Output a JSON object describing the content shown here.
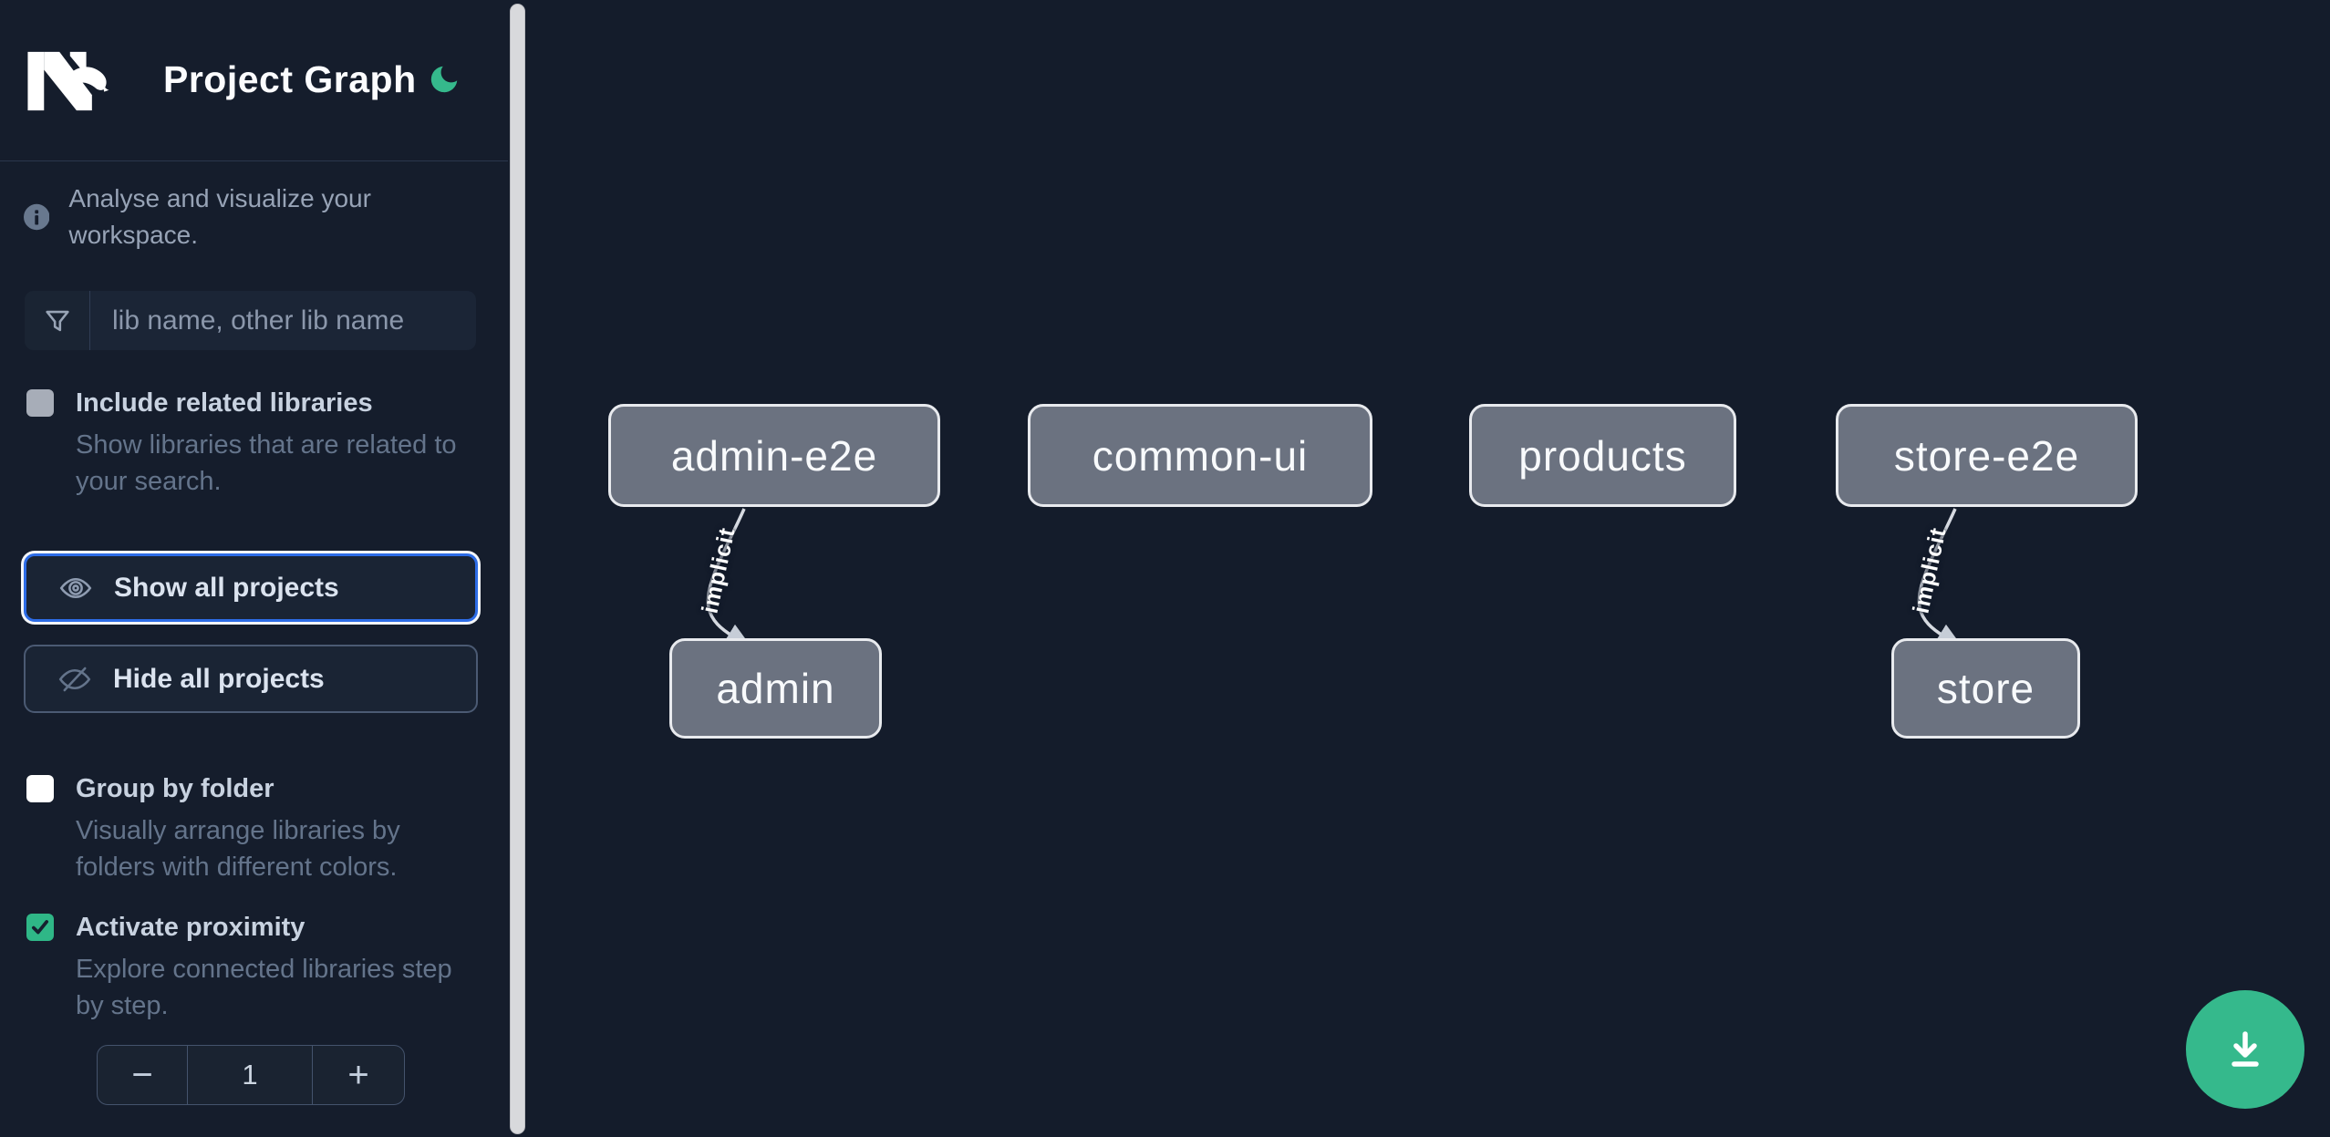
{
  "header": {
    "title": "Project Graph"
  },
  "sidebar": {
    "tagline": "Analyse and visualize your workspace.",
    "search": {
      "placeholder": "lib name, other lib name",
      "value": ""
    },
    "actions": {
      "show_all": "Show all projects",
      "hide_all": "Hide all projects"
    },
    "toggles": [
      {
        "label": "Include related libraries",
        "description": "Show libraries that are related to your search.",
        "checked": false
      },
      {
        "label": "Group by folder",
        "description": "Visually arrange libraries by folders with different colors.",
        "checked": false
      },
      {
        "label": "Activate proximity",
        "description": "Explore connected libraries step by step.",
        "checked": true
      }
    ],
    "stepper": {
      "decrement": "−",
      "value": "1",
      "increment": "+"
    }
  },
  "graph": {
    "nodes": [
      {
        "id": "admin-e2e",
        "label": "admin-e2e"
      },
      {
        "id": "common-ui",
        "label": "common-ui"
      },
      {
        "id": "products",
        "label": "products"
      },
      {
        "id": "store-e2e",
        "label": "store-e2e"
      },
      {
        "id": "admin",
        "label": "admin"
      },
      {
        "id": "store",
        "label": "store"
      }
    ],
    "edges": [
      {
        "from": "admin-e2e",
        "to": "admin",
        "label": "implicit"
      },
      {
        "from": "store-e2e",
        "to": "store",
        "label": "implicit"
      }
    ]
  },
  "colors": {
    "accent_green": "#35b98c",
    "focus_blue": "#2d6ce6",
    "node_fill": "#6b7280",
    "background": "#141c2b"
  }
}
